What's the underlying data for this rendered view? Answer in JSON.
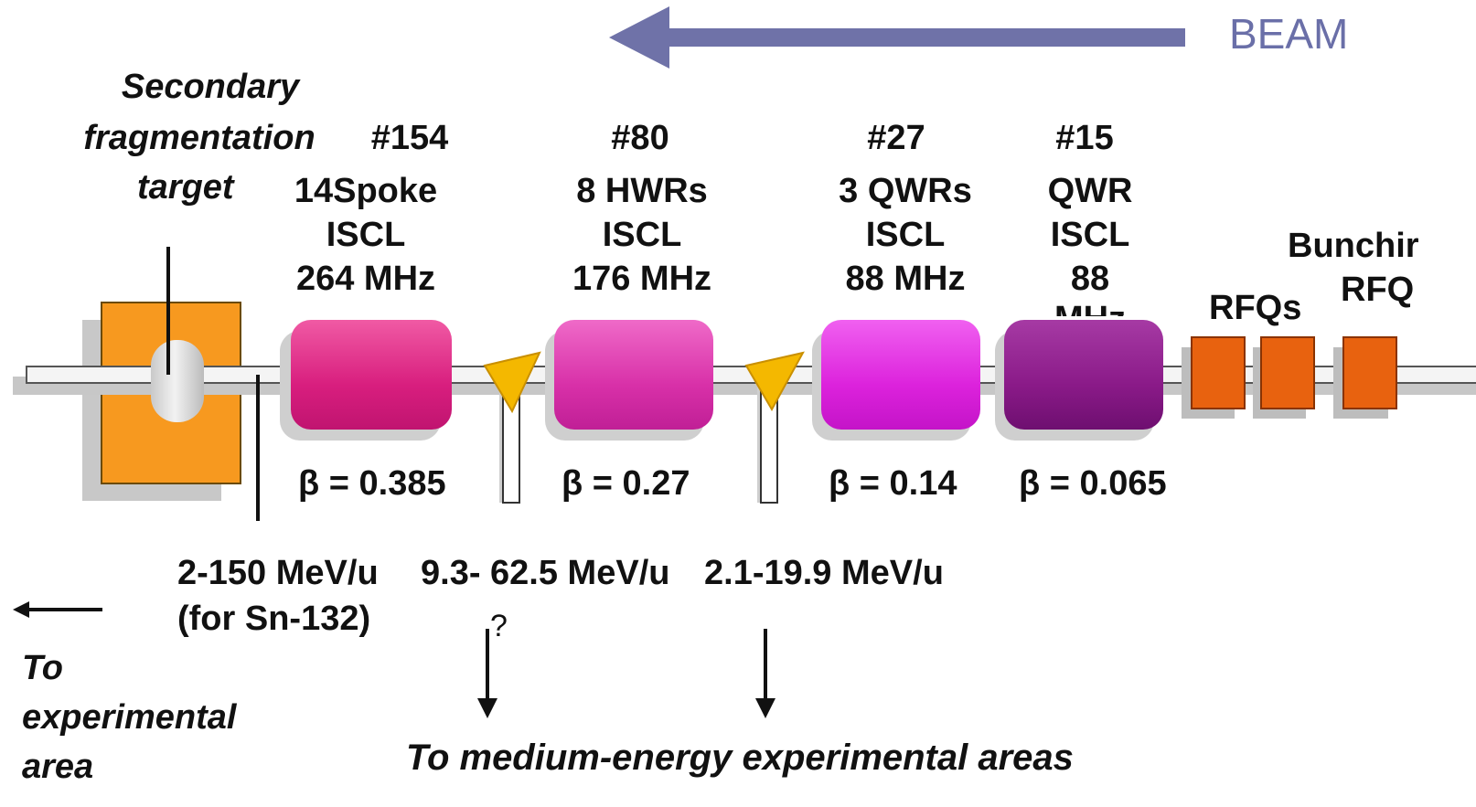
{
  "beam": {
    "label": "BEAM",
    "color": "#6f72a8"
  },
  "target": {
    "lines": [
      "Secondary",
      "fragmentation",
      "target"
    ],
    "box_color": "#f7991f"
  },
  "sections": [
    {
      "id": "spoke",
      "number": "#154",
      "lines": [
        "14Spoke",
        "ISCL",
        "264 MHz"
      ],
      "beta": "β = 0.385",
      "color": "#e8348a"
    },
    {
      "id": "hwr",
      "number": "#80",
      "lines": [
        "8 HWRs",
        "ISCL",
        "176 MHz"
      ],
      "beta": "β = 0.27",
      "color": "#e03aa8"
    },
    {
      "id": "qwr3",
      "number": "#27",
      "lines": [
        "3 QWRs",
        "ISCL",
        "88 MHz"
      ],
      "beta": "β = 0.14",
      "color": "#e026e0"
    },
    {
      "id": "qwr",
      "number": "#15",
      "lines": [
        "QWR",
        "ISCL",
        "88",
        "MHz"
      ],
      "beta": "β = 0.065",
      "color": "#8e1f8c"
    }
  ],
  "rfqs": {
    "label": "RFQs",
    "color": "#e8620f"
  },
  "buncher": {
    "lines": [
      "Bunchir",
      "RFQ"
    ]
  },
  "energies": {
    "e1_line1": "2-150 MeV/u",
    "e1_line2": "(for Sn-132)",
    "e2": "9.3- 62.5 MeV/u",
    "e3": "2.1-19.9 MeV/u",
    "question": "?"
  },
  "destinations": {
    "experimental": [
      "To",
      "experimental",
      "area"
    ],
    "medium": "To medium-energy experimental areas"
  }
}
